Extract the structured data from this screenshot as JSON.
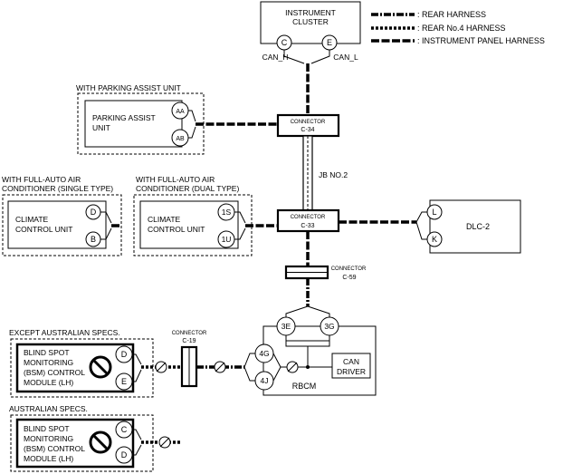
{
  "legend": {
    "rear": ": REAR HARNESS",
    "rear4": ": REAR No.4 HARNESS",
    "inst": ": INSTRUMENT PANEL HARNESS"
  },
  "cluster": {
    "title1": "INSTRUMENT",
    "title2": "CLUSTER",
    "pinC": "C",
    "pinE": "E",
    "canh": "CAN_H",
    "canl": "CAN_L"
  },
  "parking": {
    "option": "WITH PARKING ASSIST UNIT",
    "name1": "PARKING ASSIST",
    "name2": "UNIT",
    "pinA": "AA",
    "pinB": "AB"
  },
  "c34": {
    "l1": "CONNECTOR",
    "l2": "C-34"
  },
  "jb": "JB NO.2",
  "climate_single": {
    "opt1": "WITH FULL-AUTO AIR",
    "opt2": "CONDITIONER (SINGLE TYPE)",
    "name1": "CLIMATE",
    "name2": "CONTROL UNIT",
    "pin1": "D",
    "pin2": "B"
  },
  "climate_dual": {
    "opt1": "WITH FULL-AUTO AIR",
    "opt2": "CONDITIONER (DUAL TYPE)",
    "name1": "CLIMATE",
    "name2": "CONTROL UNIT",
    "pin1": "1S",
    "pin2": "1U"
  },
  "c33": {
    "l1": "CONNECTOR",
    "l2": "C-33"
  },
  "dlc": {
    "name": "DLC-2",
    "pin1": "L",
    "pin2": "K"
  },
  "c59": {
    "l1": "CONNECTOR",
    "l2": "C-59"
  },
  "rbcm": {
    "name": "RBCM",
    "pin3e": "3E",
    "pin3g": "3G",
    "pin4g": "4G",
    "pin4j": "4J",
    "can1": "CAN",
    "can2": "DRIVER"
  },
  "c19": {
    "l1": "CONNECTOR",
    "l2": "C-19"
  },
  "bsm_except": {
    "option": "EXCEPT AUSTRALIAN SPECS.",
    "n1": "BLIND SPOT",
    "n2": "MONITORING",
    "n3": "(BSM) CONTROL",
    "n4": "MODULE (LH)",
    "pin1": "D",
    "pin2": "E"
  },
  "bsm_aus": {
    "option": "AUSTRALIAN SPECS.",
    "n1": "BLIND SPOT",
    "n2": "MONITORING",
    "n3": "(BSM) CONTROL",
    "n4": "MODULE (LH)",
    "pin1": "C",
    "pin2": "D"
  },
  "icons": [
    "no-symbol-icon",
    "twisted-pair-icon"
  ]
}
